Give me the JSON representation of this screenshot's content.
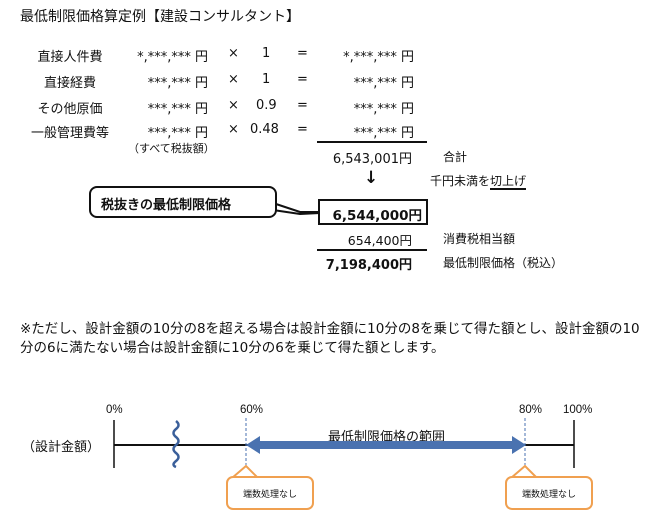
{
  "title": "最低制限価格算定例【建設コンサルタント】",
  "calculation": {
    "rows": [
      {
        "label": "直接人件費",
        "amount": "*,***,*** 円",
        "op": "×",
        "rate": "1",
        "eq": "=",
        "result": "*,***,*** 円"
      },
      {
        "label": "直接経費",
        "amount": "***,*** 円",
        "op": "×",
        "rate": "1",
        "eq": "=",
        "result": "***,*** 円"
      },
      {
        "label": "その他原価",
        "amount": "***,*** 円",
        "op": "×",
        "rate": "0.9",
        "eq": "=",
        "result": "***,*** 円"
      },
      {
        "label": "一般管理費等",
        "amount": "***,*** 円",
        "op": "×",
        "rate": "0.48",
        "eq": "=",
        "result": "***,*** 円"
      }
    ],
    "tax_note": "（すべて税抜額）",
    "total_value": "6,543,001円",
    "total_label": "合計",
    "arrow": "↓",
    "round_note_prefix": "千円未満を",
    "round_note_emph": "切上げ",
    "callout_label": "税抜きの最低制限価格",
    "rounded_value": "6,544,000円",
    "tax_value": "654,400円",
    "tax_label": "消費税相当額",
    "final_value": "7,198,400円",
    "final_label": "最低制限価格（税込）"
  },
  "note": "※ただし、設計金額の10分の8を超える場合は設計金額に10分の8を乗じて得た額とし、設計金額の10分の6に満たない場合は設計金額に10分の6を乗じて得た額とします。",
  "range_diagram": {
    "axis_label": "（設計金額）",
    "ticks": [
      "0%",
      "60%",
      "80%",
      "100%"
    ],
    "range_label": "最低制限価格の範囲",
    "callout_left": "端数処理なし",
    "callout_right": "端数処理なし",
    "arrow_color": "#4a72b0",
    "callout_color": "#f0a050",
    "break_color": "#3a5f9a"
  }
}
